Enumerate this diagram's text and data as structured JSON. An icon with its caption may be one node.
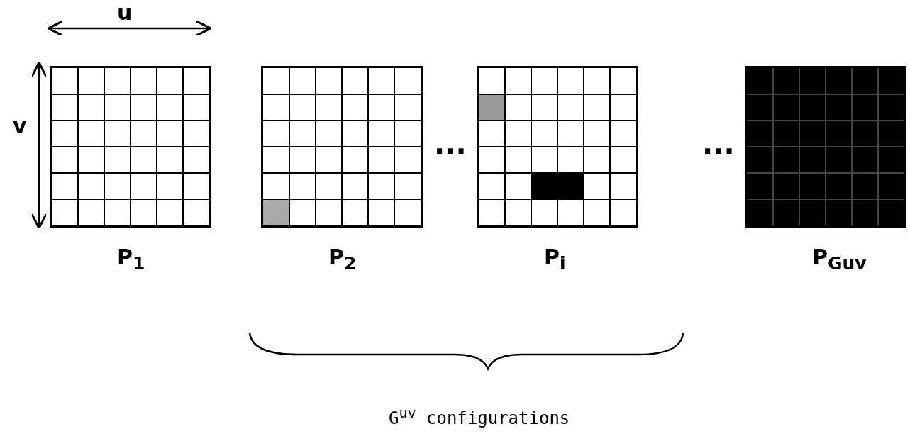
{
  "diagram": {
    "nodes": [
      {
        "text": [],
        "shape": "box",
        "beside": [
          "P$_{1}$"
        ]
      },
      {
        "text": [],
        "shape": "box",
        "beside": [
          "P$_{2}$"
        ]
      },
      {
        "text": [],
        "shape": "box",
        "beside": [
          "P$_{i}$"
        ]
      },
      {
        "text": [],
        "shape": "box",
        "beside": [
          "P$_{Guv}$"
        ]
      }
    ],
    "edges": [],
    "labels": [
      "u",
      "v",
      "...",
      "...",
      "G$^{uv}$ configurations"
    ]
  }
}
